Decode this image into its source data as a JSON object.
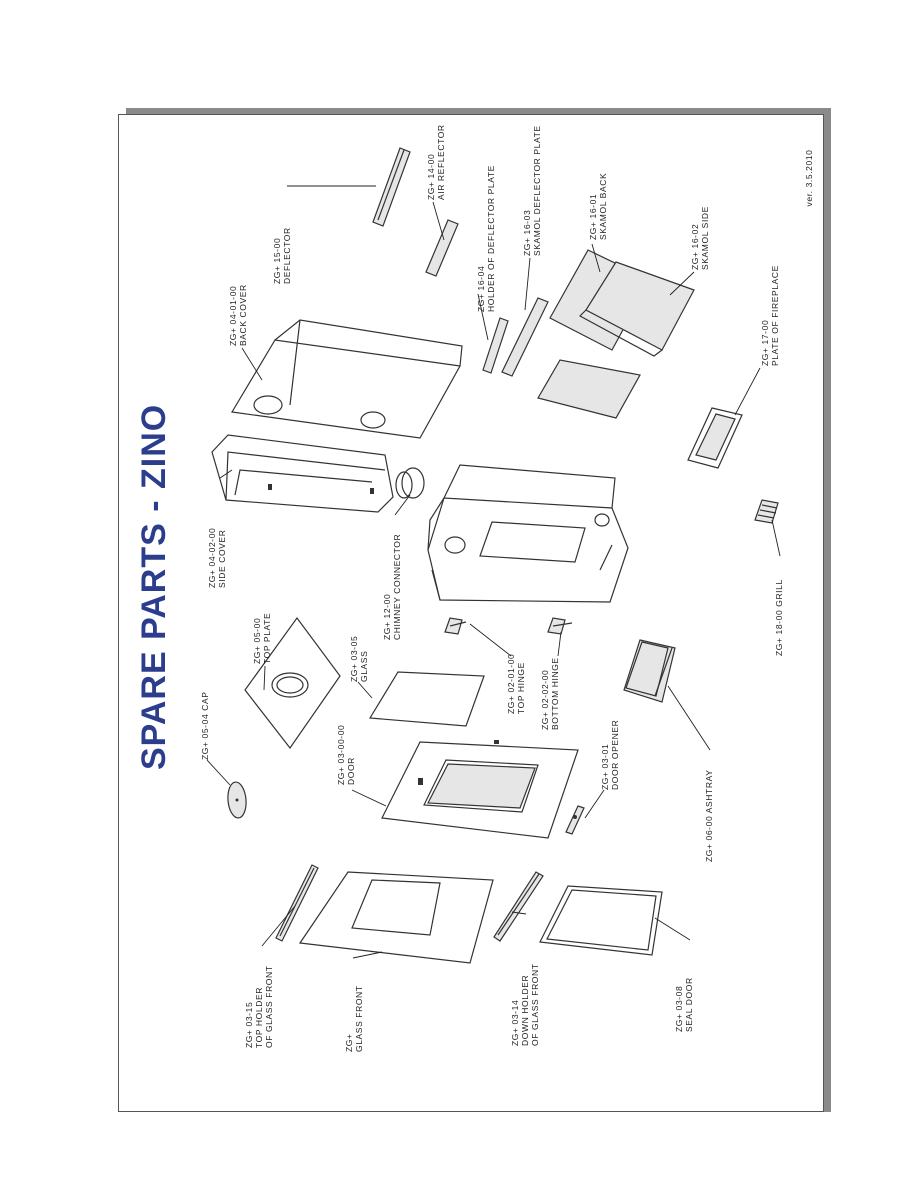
{
  "title": "SPARE PARTS - ZINO",
  "version": "ver. 3.5.2010",
  "parts": [
    {
      "code": "ZG+ 03-15",
      "name1": "TOP HOLDER",
      "name2": "OF GLASS FRONT"
    },
    {
      "code": "ZG+",
      "name1": "GLASS FRONT"
    },
    {
      "code": "ZG+ 03-14",
      "name1": "DOWN HOLDER",
      "name2": "OF GLASS FRONT"
    },
    {
      "code": "ZG+ 03-08",
      "name1": "SEAL DOOR"
    },
    {
      "code": "ZG+ 05-04 CAP"
    },
    {
      "code": "ZG+ 03-00-00",
      "name1": "DOOR"
    },
    {
      "code": "ZG+ 03-01",
      "name1": "DOOR OPENER"
    },
    {
      "code": "ZG+ 06-00 ASHTRAY"
    },
    {
      "code": "ZG+ 05-00",
      "name1": "TOP PLATE"
    },
    {
      "code": "ZG+ 03-05",
      "name1": "GLASS"
    },
    {
      "code": "ZG+ 02-01-00",
      "name1": "TOP HINGE"
    },
    {
      "code": "ZG+ 02-02-00",
      "name1": "BOTTOM HINGE"
    },
    {
      "code": "ZG+ 04-02-00",
      "name1": "SIDE COVER"
    },
    {
      "code": "ZG+ 12-00",
      "name1": "CHIMNEY CONNECTOR"
    },
    {
      "code": "ZG+ 18-00 GRILL"
    },
    {
      "code": "ZG+ 04-01-00",
      "name1": "BACK COVER"
    },
    {
      "code": "ZG+ 15-00",
      "name1": "DEFLECTOR"
    },
    {
      "code": "ZG+ 16-04",
      "name1": "HOLDER OF DEFLECTOR PLATE"
    },
    {
      "code": "ZG+ 14-00",
      "name1": "AIR REFLECTOR"
    },
    {
      "code": "ZG+ 16-03",
      "name1": "SKAMOL DEFLECTOR PLATE"
    },
    {
      "code": "ZG+ 16-01",
      "name1": "SKAMOL BACK"
    },
    {
      "code": "ZG+ 16-02",
      "name1": "SKAMOL SIDE"
    },
    {
      "code": "ZG+ 17-00",
      "name1": "PLATE OF FIREPLACE"
    }
  ]
}
